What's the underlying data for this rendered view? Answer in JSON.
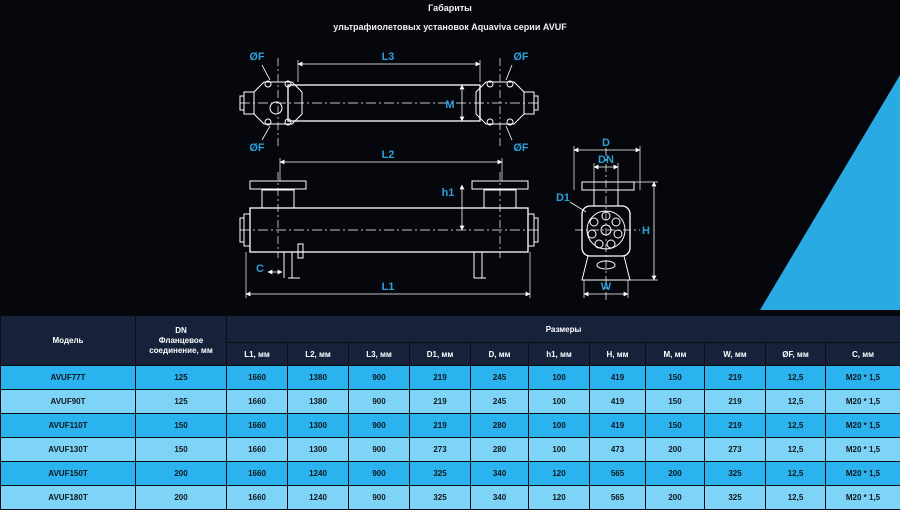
{
  "title": "Габариты",
  "subtitle": "ультрафиолетовых установок Aquaviva серии AVUF",
  "drawing": {
    "labels": {
      "f": "ØF",
      "l1": "L1",
      "l2": "L2",
      "l3": "L3",
      "m": "M",
      "h1": "h1",
      "c": "C",
      "d": "D",
      "dn": "DN",
      "d1": "D1",
      "h": "H",
      "w": "W"
    }
  },
  "table": {
    "model_header": "Модель",
    "dn_header": "DN\nФланцевое\nсоединение, мм",
    "group_header": "Размеры",
    "columns": [
      "L1, мм",
      "L2, мм",
      "L3, мм",
      "D1, мм",
      "D, мм",
      "h1, мм",
      "H, мм",
      "M, мм",
      "W, мм",
      "ØF, мм",
      "C, мм"
    ],
    "rows": [
      [
        "AVUF77T",
        "125",
        "1660",
        "1380",
        "900",
        "219",
        "245",
        "100",
        "419",
        "150",
        "219",
        "12,5",
        "M20 * 1,5"
      ],
      [
        "AVUF90T",
        "125",
        "1660",
        "1380",
        "900",
        "219",
        "245",
        "100",
        "419",
        "150",
        "219",
        "12,5",
        "M20 * 1,5"
      ],
      [
        "AVUF110T",
        "150",
        "1660",
        "1300",
        "900",
        "219",
        "280",
        "100",
        "419",
        "150",
        "219",
        "12,5",
        "M20 * 1,5"
      ],
      [
        "AVUF130T",
        "150",
        "1660",
        "1300",
        "900",
        "273",
        "280",
        "100",
        "473",
        "200",
        "273",
        "12,5",
        "M20 * 1,5"
      ],
      [
        "AVUF150T",
        "200",
        "1660",
        "1240",
        "900",
        "325",
        "340",
        "120",
        "565",
        "200",
        "325",
        "12,5",
        "M20 * 1,5"
      ],
      [
        "AVUF180T",
        "200",
        "1660",
        "1240",
        "900",
        "325",
        "340",
        "120",
        "565",
        "200",
        "325",
        "12,5",
        "M20 * 1,5"
      ]
    ]
  },
  "colors": {
    "background": "#05070d",
    "accent": "#29aae2",
    "dimension": "#2f9fd8",
    "header": "#15223a",
    "row_odd": "#2ab3ee",
    "row_even": "#7dd4f6"
  }
}
